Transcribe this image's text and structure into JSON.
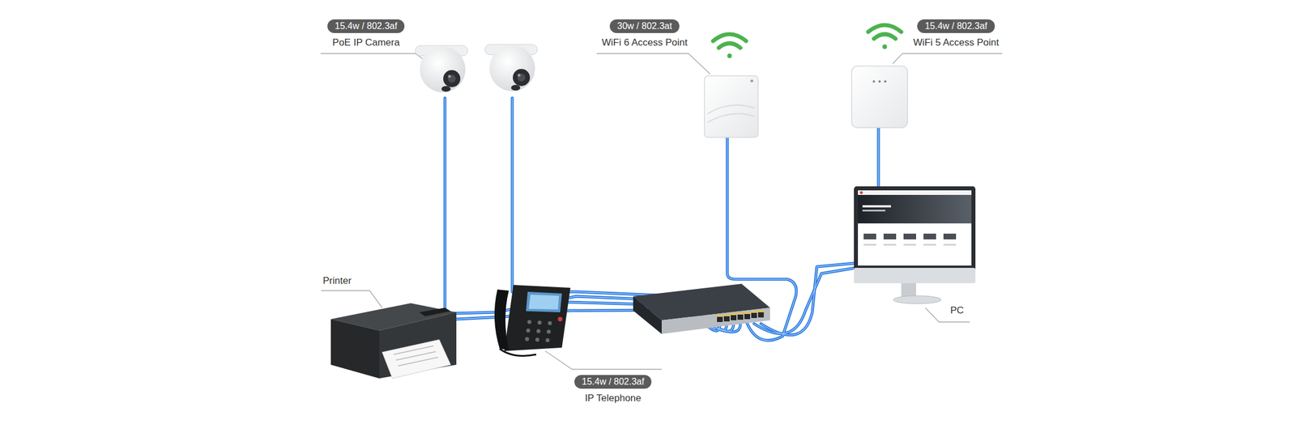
{
  "diagram": {
    "nodes": [
      {
        "text": [
          "15.4w / 802.3af",
          "PoE IP Camera"
        ]
      },
      {
        "text": [
          "30w / 802.3at",
          "WiFi 6 Access Point"
        ]
      },
      {
        "text": [
          "15.4w / 802.3af",
          "WiFi 5 Access Point"
        ]
      },
      {
        "text": [
          "15.4w / 802.3af",
          "IP Telephone"
        ]
      }
    ],
    "labels": [
      "Printer",
      "PC"
    ]
  }
}
